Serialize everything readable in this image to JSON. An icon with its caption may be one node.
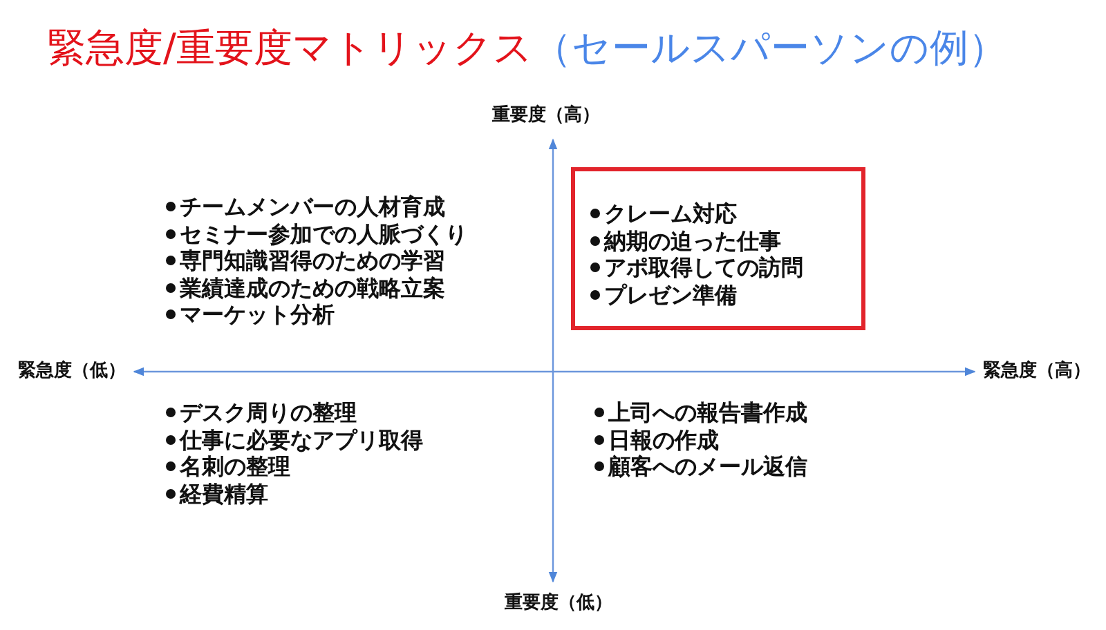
{
  "diagram": {
    "title": "緊急度/重要度マトリックス",
    "caption": "（セールスパーソンの例）",
    "nodes": [
      {
        "text": [
          "クレーム対応",
          "納期の迫った仕事",
          "アポ取得しての訪問",
          "プレゼン準備"
        ]
      }
    ],
    "labels": [
      "重要度（高）",
      "チームメンバーの人材育成",
      "セミナー参加での人脈づくり",
      "専門知識習得のための学習",
      "業績達成のための戦略立案",
      "マーケット分析",
      "緊急度（低）",
      "緊急度（高）",
      "デスク周りの整理",
      "仕事に必要なアプリ取得",
      "名刺の整理",
      "経費精算",
      "上司への報告書作成",
      "日報の作成",
      "顧客へのメール返信",
      "重要度（低）"
    ]
  }
}
